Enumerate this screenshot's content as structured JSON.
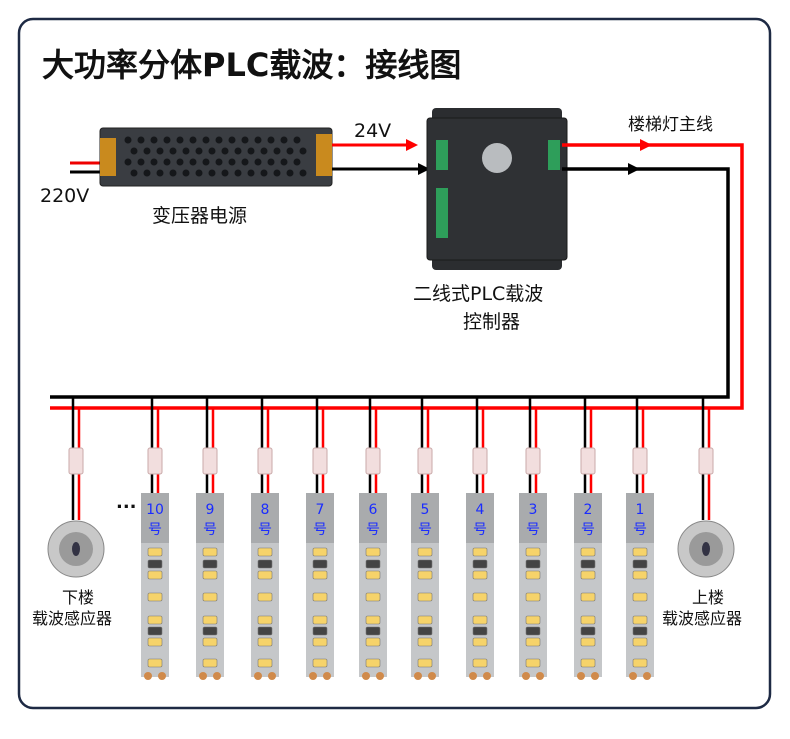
{
  "title": "大功率分体PLC载波：接线图",
  "labels": {
    "ac_input": "220V",
    "dc_output": "24V",
    "power_supply": "变压器电源",
    "controller_line1": "二线式PLC载波",
    "controller_line2": "控制器",
    "main_line": "楼梯灯主线",
    "ellipsis": "...",
    "sensor_bottom_line1": "下楼",
    "sensor_bottom_line2": "载波感应器",
    "sensor_top_line1": "上楼",
    "sensor_top_line2": "载波感应器"
  },
  "strips": [
    {
      "num": "10",
      "suffix": "号"
    },
    {
      "num": "9",
      "suffix": "号"
    },
    {
      "num": "8",
      "suffix": "号"
    },
    {
      "num": "7",
      "suffix": "号"
    },
    {
      "num": "6",
      "suffix": "号"
    },
    {
      "num": "5",
      "suffix": "号"
    },
    {
      "num": "4",
      "suffix": "号"
    },
    {
      "num": "3",
      "suffix": "号"
    },
    {
      "num": "2",
      "suffix": "号"
    },
    {
      "num": "1",
      "suffix": "号"
    }
  ],
  "colors": {
    "positive_wire": "#ff0000",
    "negative_wire": "#000000",
    "frame": "#1e2a44",
    "strip_number": "#1a2cff"
  }
}
